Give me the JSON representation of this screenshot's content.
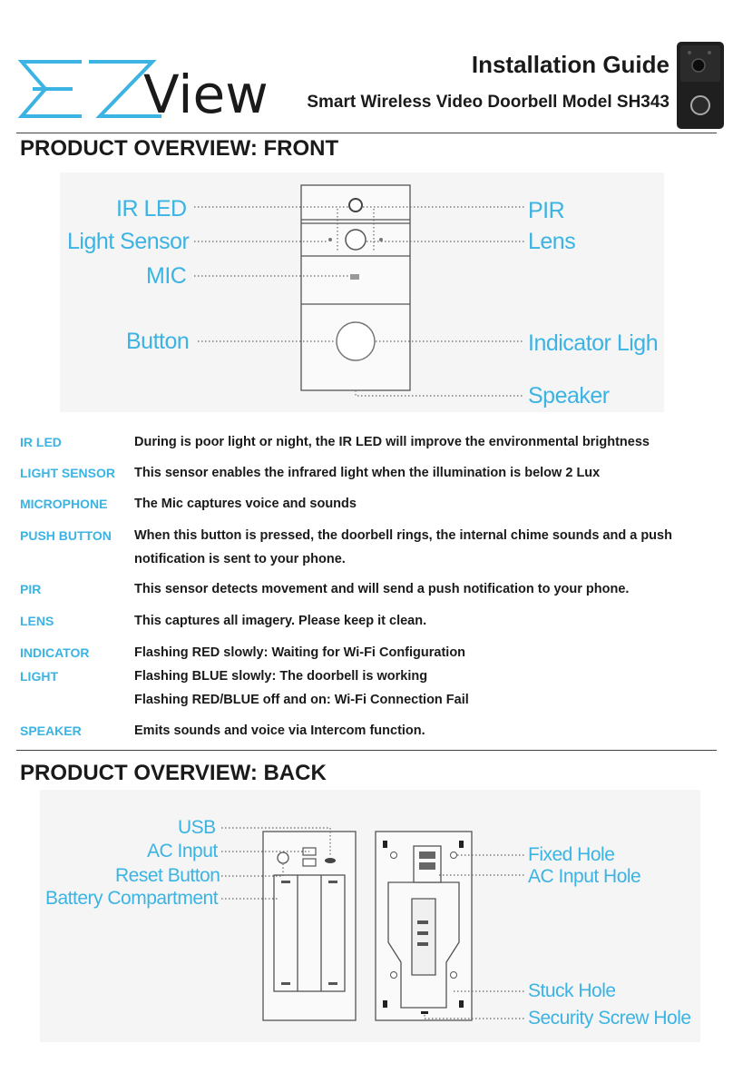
{
  "header": {
    "logo_text": "EZView",
    "logo_view": "View",
    "title": "Installation Guide",
    "subtitle": "Smart Wireless Video Doorbell Model SH343"
  },
  "colors": {
    "accent": "#3bb3e3",
    "text": "#1a1a1a",
    "device": "#1f1f1f"
  },
  "front": {
    "heading": "PRODUCT OVERVIEW: FRONT",
    "labels": {
      "ir_led": "IR LED",
      "light_sensor": "Light Sensor",
      "mic": "MIC",
      "button": "Button",
      "pir": "PIR",
      "lens": "Lens",
      "indicator": "Indicator Ligh",
      "speaker": "Speaker"
    }
  },
  "definitions": [
    {
      "term": "IR LED",
      "desc": [
        "During is poor light or night, the IR LED will improve the environmental brightness"
      ]
    },
    {
      "term": "LIGHT SENSOR",
      "desc": [
        "This sensor enables the infrared light when the illumination is below 2 Lux"
      ]
    },
    {
      "term": "MICROPHONE",
      "desc": [
        "The Mic captures voice and sounds"
      ]
    },
    {
      "term": "PUSH BUTTON",
      "desc": [
        "When this button is pressed, the doorbell rings, the internal chime sounds and a push",
        "notification is sent to your phone."
      ]
    },
    {
      "term": "PIR",
      "desc": [
        "This sensor detects movement and will send a push notification to your phone."
      ]
    },
    {
      "term": "LENS",
      "desc": [
        "This captures all imagery. Please keep it clean."
      ]
    },
    {
      "term": "INDICATOR",
      "term2": "LIGHT",
      "desc": [
        "Flashing RED slowly: Waiting for Wi-Fi Configuration",
        "Flashing BLUE slowly: The doorbell is working",
        "Flashing RED/BLUE off and on: Wi-Fi Connection Fail"
      ]
    },
    {
      "term": "SPEAKER",
      "desc": [
        "Emits sounds and voice via Intercom function."
      ]
    }
  ],
  "back": {
    "heading": "PRODUCT OVERVIEW: BACK",
    "labels": {
      "usb": "USB",
      "ac_input": "AC Input",
      "reset_button": "Reset Button",
      "battery": "Battery Compartment",
      "fixed_hole": "Fixed Hole",
      "ac_input_hole": "AC Input Hole",
      "stuck_hole": "Stuck Hole",
      "security_screw_hole": "Security Screw Hole"
    }
  }
}
